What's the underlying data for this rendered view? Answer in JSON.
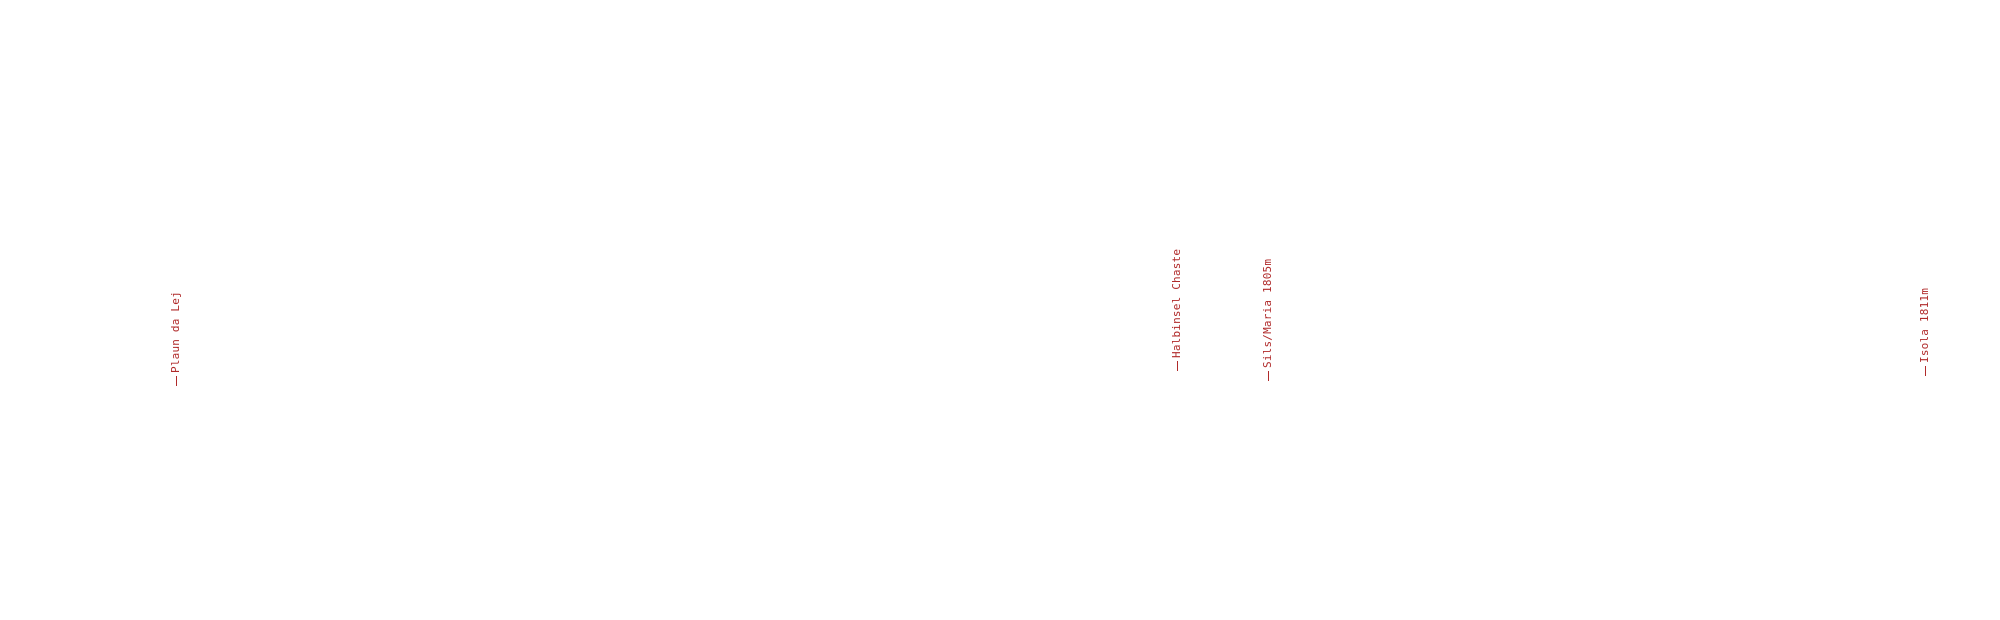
{
  "map": {
    "label_color": "#b02a2a",
    "background_color": "#ffffff",
    "places": [
      {
        "label": "Plaun da Lej"
      },
      {
        "label": "Halbinsel Chaste"
      },
      {
        "label": "Sils/Maria 1805m"
      },
      {
        "label": "Isola 1811m"
      }
    ]
  }
}
